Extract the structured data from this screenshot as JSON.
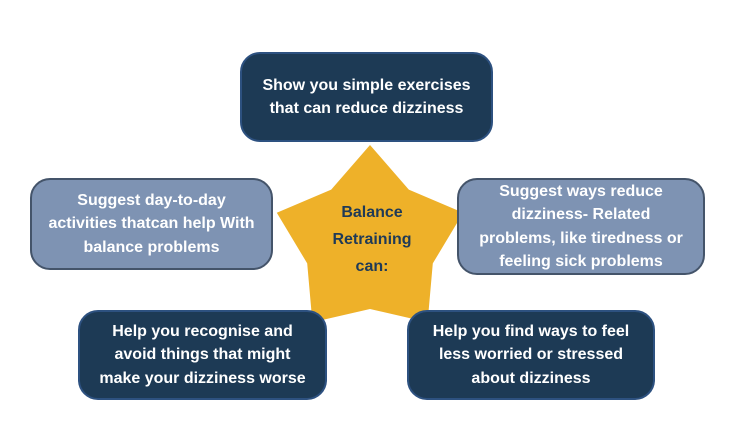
{
  "colors": {
    "navy": "#1D3A55",
    "navy_border": "#2D5180",
    "slate": "#7E93B3",
    "slate_border": "#44546A",
    "gold": "#EEB129",
    "text_light": "#FFFFFF",
    "text_dark": "#1F3A57",
    "background": "#FFFFFF"
  },
  "diagram": {
    "center_label": "Balance\nRetraining\ncan:",
    "boxes": [
      {
        "id": "top",
        "style": "navy",
        "text": "Show you simple exercises\nthat can reduce dizziness"
      },
      {
        "id": "left",
        "style": "slate",
        "text": "Suggest day-to-day\nactivities thatcan help With\nbalance problems"
      },
      {
        "id": "right",
        "style": "slate",
        "text": "Suggest ways reduce\ndizziness- Related\nproblems, like tiredness or\nfeeling sick problems"
      },
      {
        "id": "bottom-left",
        "style": "navy",
        "text": "Help you recognise and\navoid things that might\nmake your dizziness worse"
      },
      {
        "id": "bottom-right",
        "style": "navy",
        "text": "Help you find ways to feel\nless worried or stressed\nabout dizziness"
      }
    ]
  }
}
